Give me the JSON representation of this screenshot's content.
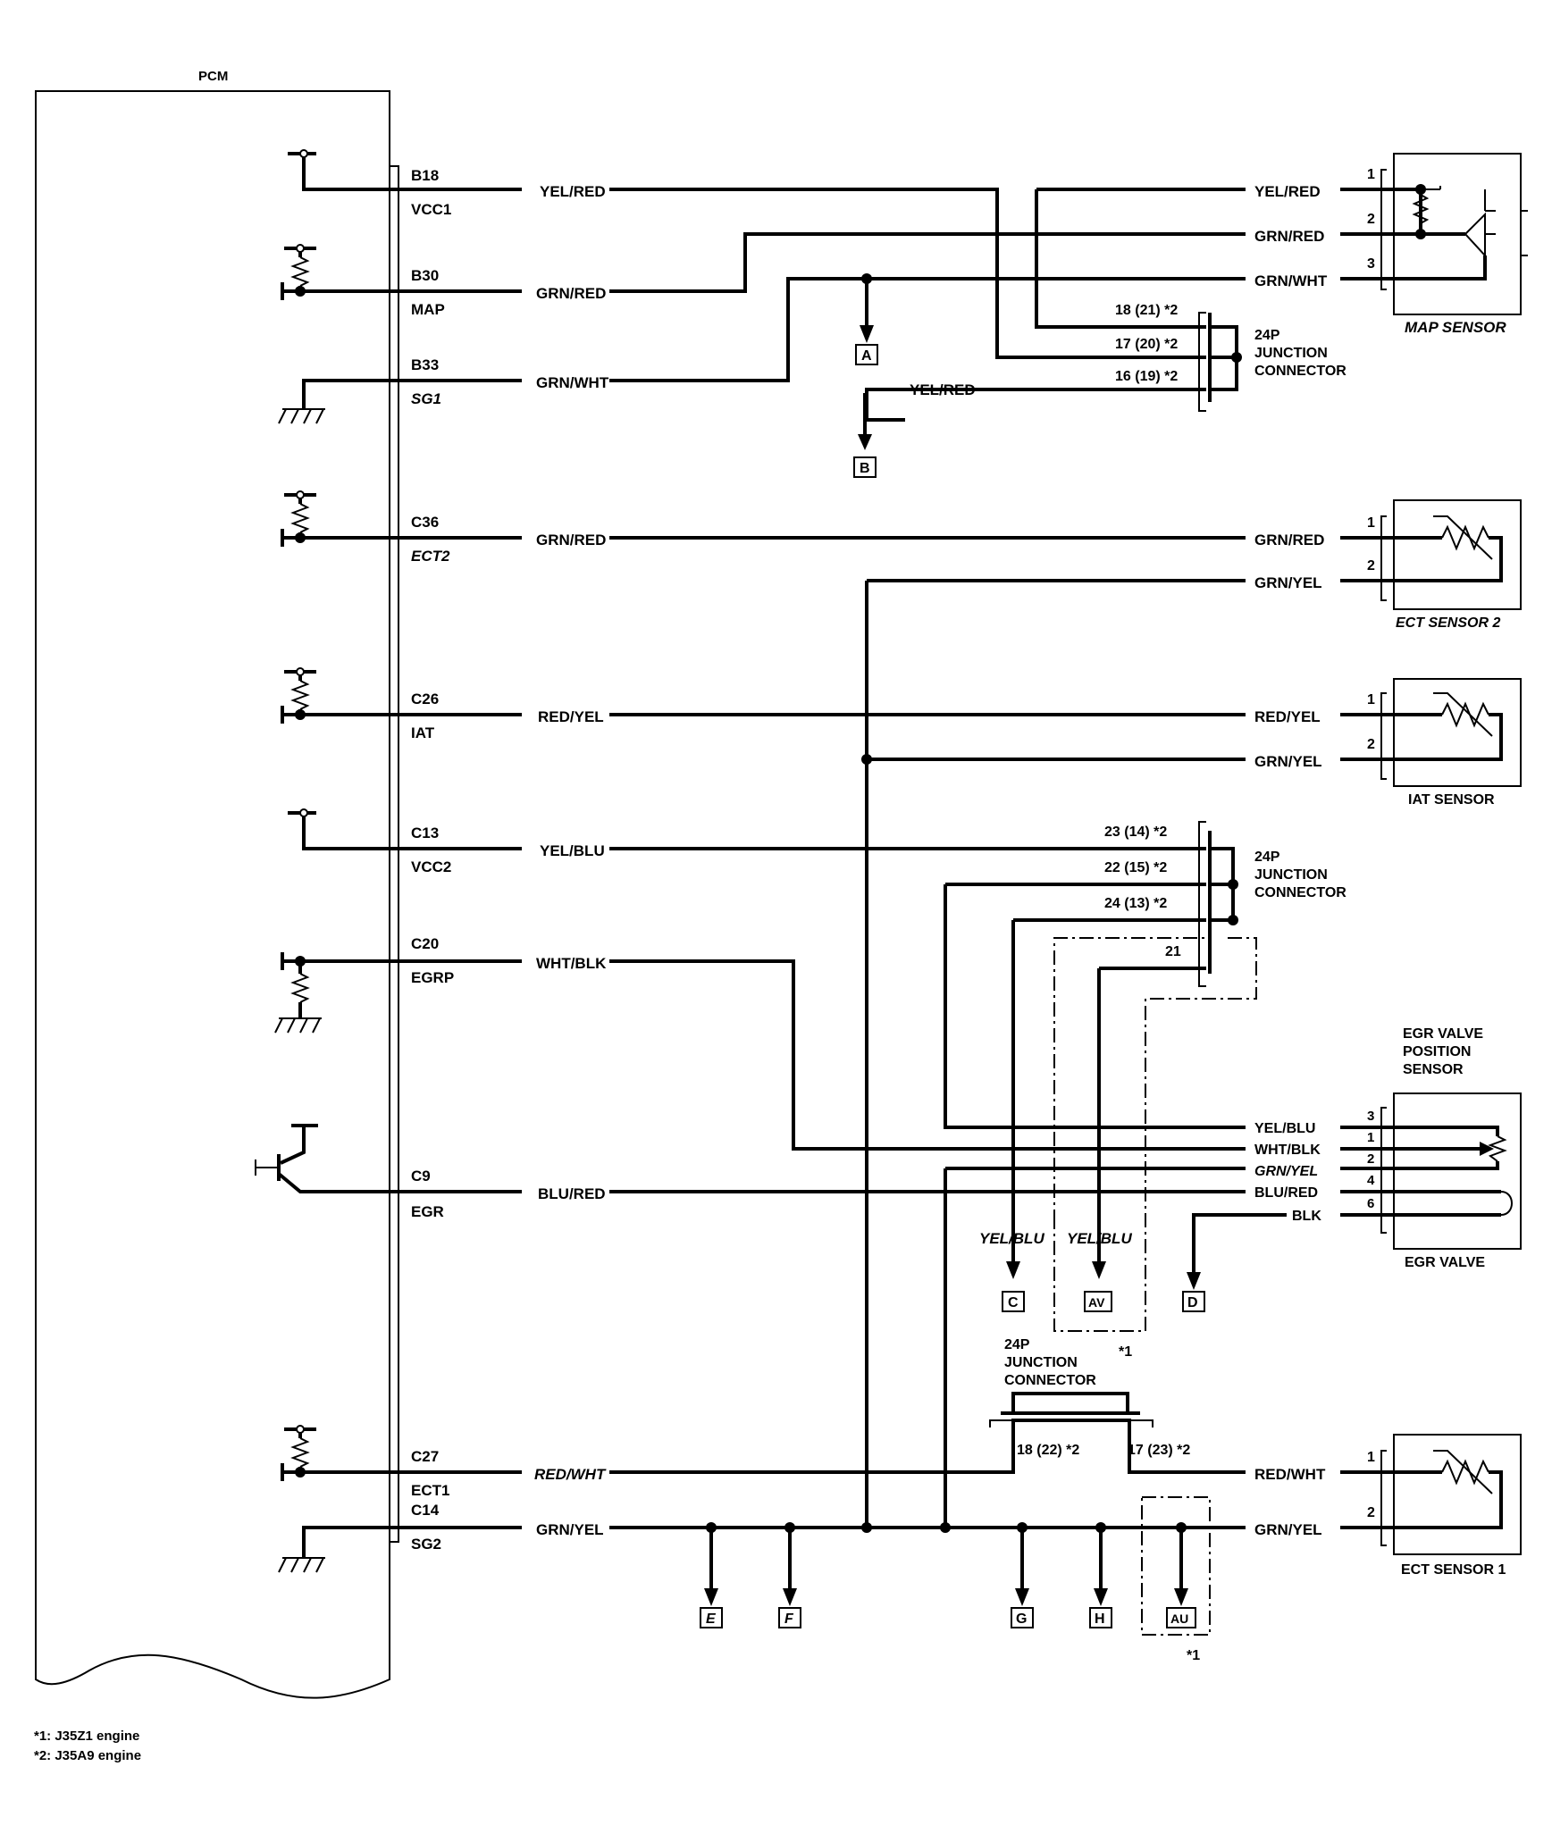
{
  "pcm": {
    "title": "PCM",
    "pins": [
      {
        "id": "B18",
        "name": "VCC1",
        "wire": "YEL/RED"
      },
      {
        "id": "B30",
        "name": "MAP",
        "wire": "GRN/RED"
      },
      {
        "id": "B33",
        "name": "SG1",
        "wire": "GRN/WHT"
      },
      {
        "id": "C36",
        "name": "ECT2",
        "wire": "GRN/RED"
      },
      {
        "id": "C26",
        "name": "IAT",
        "wire": "RED/YEL"
      },
      {
        "id": "C13",
        "name": "VCC2",
        "wire": "YEL/BLU"
      },
      {
        "id": "C20",
        "name": "EGRP",
        "wire": "WHT/BLK"
      },
      {
        "id": "C9",
        "name": "EGR",
        "wire": "BLU/RED"
      },
      {
        "id": "C27",
        "name": "ECT1",
        "wire": "RED/WHT"
      },
      {
        "id": "C14",
        "name": "SG2",
        "wire": "GRN/YEL"
      }
    ]
  },
  "map_sensor": {
    "title": "MAP SENSOR",
    "terminals": [
      {
        "num": "1",
        "wire": "YEL/RED"
      },
      {
        "num": "2",
        "wire": "GRN/RED"
      },
      {
        "num": "3",
        "wire": "GRN/WHT"
      }
    ]
  },
  "ect2_sensor": {
    "title": "ECT SENSOR 2",
    "terminals": [
      {
        "num": "1",
        "wire": "GRN/RED"
      },
      {
        "num": "2",
        "wire": "GRN/YEL"
      }
    ]
  },
  "iat_sensor": {
    "title": "IAT SENSOR",
    "terminals": [
      {
        "num": "1",
        "wire": "RED/YEL"
      },
      {
        "num": "2",
        "wire": "GRN/YEL"
      }
    ]
  },
  "egr_sensor": {
    "title_lines": [
      "EGR VALVE",
      "POSITION",
      "SENSOR"
    ],
    "valve_title": "EGR VALVE",
    "terminals": [
      {
        "num": "3",
        "wire": "YEL/BLU"
      },
      {
        "num": "1",
        "wire": "WHT/BLK"
      },
      {
        "num": "2",
        "wire": "GRN/YEL"
      },
      {
        "num": "4",
        "wire": "BLU/RED"
      },
      {
        "num": "6",
        "wire": "BLK"
      }
    ]
  },
  "ect1_sensor": {
    "title": "ECT SENSOR 1",
    "terminals": [
      {
        "num": "1",
        "wire": "RED/WHT"
      },
      {
        "num": "2",
        "wire": "GRN/YEL"
      }
    ]
  },
  "junction_1": {
    "title_lines": [
      "24P",
      "JUNCTION",
      "CONNECTOR"
    ],
    "pins": [
      "18 (21) *2",
      "17 (20) *2",
      "16 (19) *2"
    ],
    "branch_wire": "YEL/RED"
  },
  "junction_2": {
    "title_lines": [
      "24P",
      "JUNCTION",
      "CONNECTOR"
    ],
    "pins": [
      "23 (14) *2",
      "22 (15) *2",
      "24 (13) *2",
      "21"
    ]
  },
  "junction_3": {
    "title_lines": [
      "24P",
      "JUNCTION",
      "CONNECTOR"
    ],
    "pins": [
      "18 (22) *2",
      "17 (23) *2"
    ]
  },
  "branch_labels": [
    "YEL/BLU",
    "YEL/BLU"
  ],
  "refs": [
    "A",
    "B",
    "C",
    "AV",
    "D",
    "E",
    "F",
    "G",
    "H",
    "AU"
  ],
  "markers": [
    "*1",
    "*1"
  ],
  "notes": [
    "*1: J35Z1 engine",
    "*2: J35A9 engine"
  ]
}
